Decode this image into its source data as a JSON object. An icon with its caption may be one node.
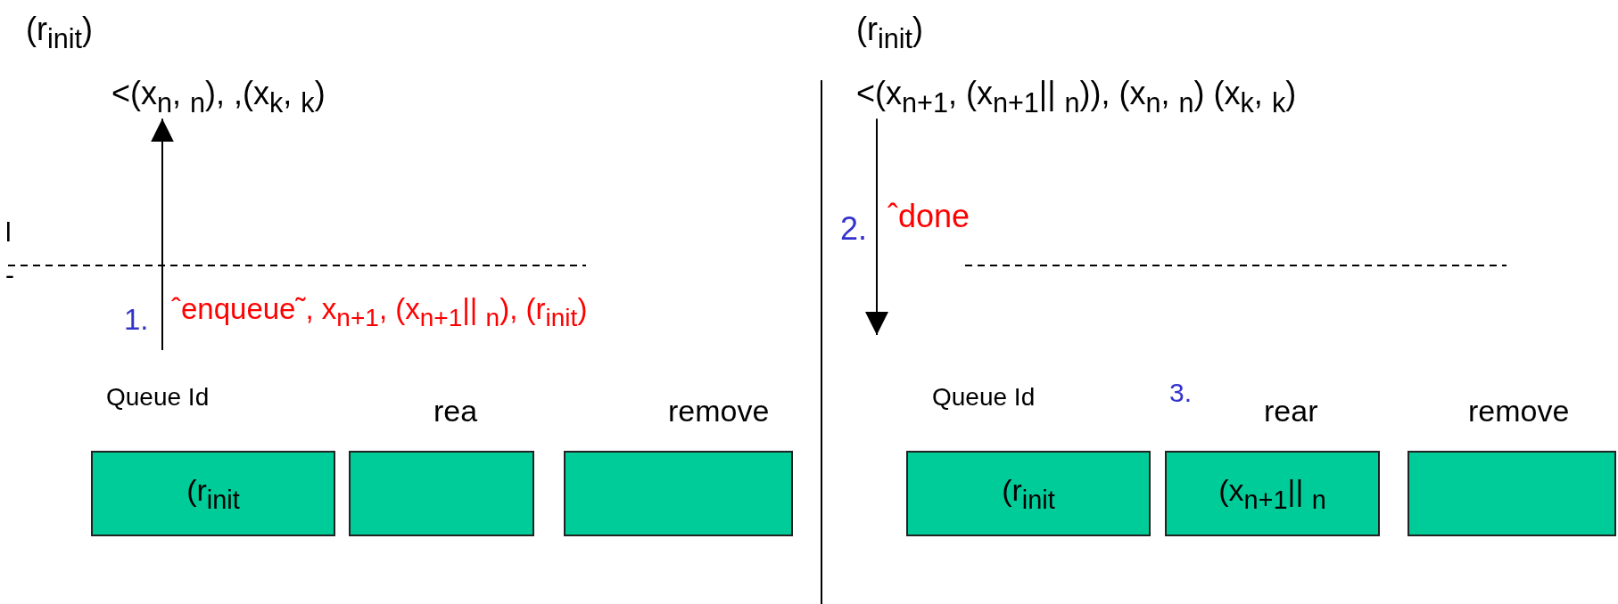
{
  "diagram": {
    "nodes": [
      {
        "text": [
          "(r$_{init}$)"
        ]
      },
      {
        "text": [
          "<(x$_{n}$,  $_{n}$), ,(x$_{k}$,  $_{k}$)"
        ]
      },
      {
        "text": [
          "(r$_{init}$)"
        ]
      },
      {
        "text": [
          "<(x$_{n+1}$,  (x$_{n+1}$||  $_{n}$)), (x$_{n}$,  $_{n}$) (x$_{k}$,  $_{k}$)"
        ]
      },
      {
        "text": [
          "Queue Id",
          "(r$_{init}$"
        ]
      },
      {
        "text": [
          "rea"
        ]
      },
      {
        "text": [
          "remove"
        ]
      },
      {
        "text": [
          "Queue Id",
          "(r$_{init}$"
        ]
      },
      {
        "text": [
          "rear",
          "(x$_{n+1}$||  $_{n}$"
        ]
      },
      {
        "text": [
          "remove"
        ]
      }
    ],
    "edges": [
      {
        "from": null,
        "to": 1,
        "arrow": "to",
        "label": "ˆenqueue˜, x$_{n+1}$,  (x$_{n+1}$||  $_{n}$),  (r$_{init}$)"
      },
      {
        "from": 3,
        "to": null,
        "arrow": "to",
        "label": "ˆdone"
      }
    ],
    "labels": [
      "l",
      "-",
      "1.",
      "2.",
      "3."
    ]
  }
}
